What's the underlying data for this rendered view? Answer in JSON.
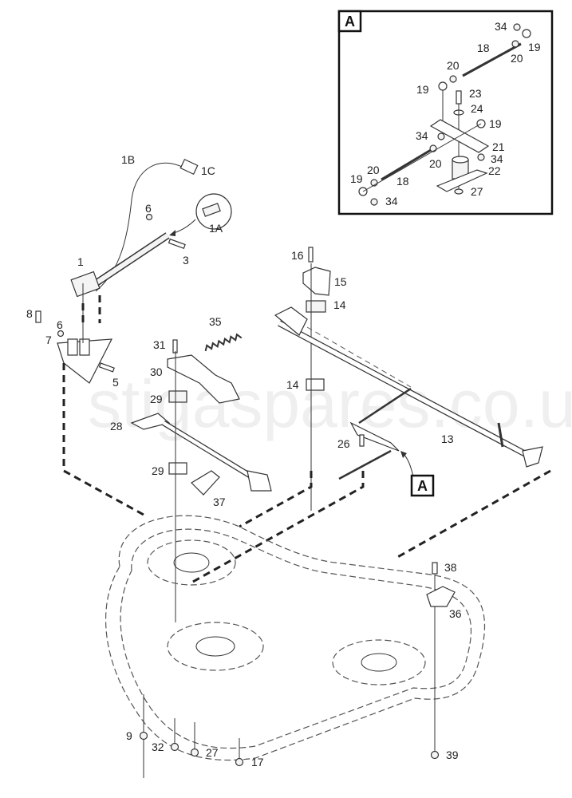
{
  "watermark": "stigaspares.co.uk",
  "inset": {
    "title": "A",
    "callouts": [
      "34",
      "19",
      "18",
      "20",
      "20",
      "19",
      "23",
      "24",
      "19",
      "34",
      "21",
      "34",
      "20",
      "22",
      "20",
      "19",
      "18",
      "27",
      "34"
    ]
  },
  "detail_reference": "A",
  "callouts": {
    "c1": "1",
    "c1A": "1A",
    "c1B": "1B",
    "c1C": "1C",
    "c3": "3",
    "c5": "5",
    "c6a": "6",
    "c6b": "6",
    "c7": "7",
    "c8": "8",
    "c9": "9",
    "c13": "13",
    "c14a": "14",
    "c14b": "14",
    "c15": "15",
    "c16": "16",
    "c17": "17",
    "c26": "26",
    "c27": "27",
    "c28": "28",
    "c29a": "29",
    "c29b": "29",
    "c30": "30",
    "c31": "31",
    "c32": "32",
    "c35": "35",
    "c36": "36",
    "c37": "37",
    "c38": "38",
    "c39": "39"
  }
}
